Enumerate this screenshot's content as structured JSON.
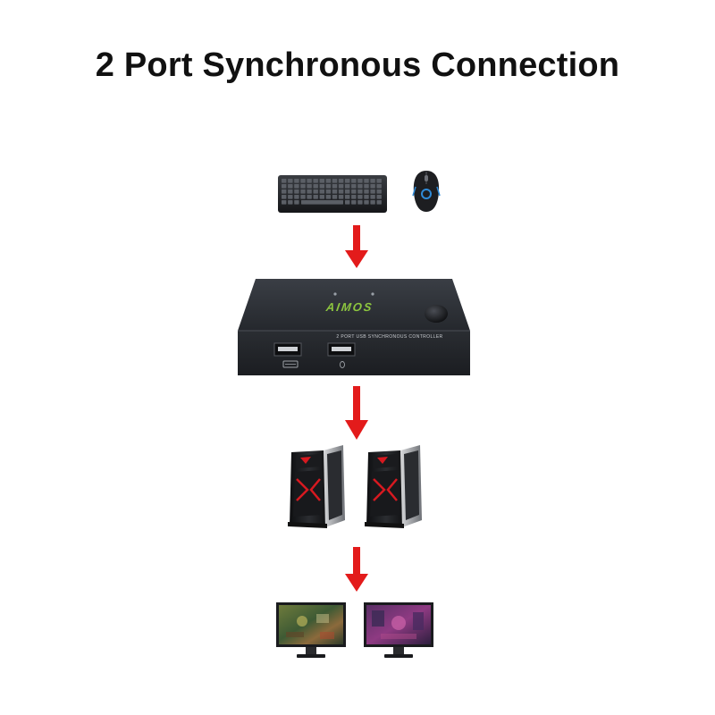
{
  "title": "2 Port Synchronous Connection",
  "device": {
    "brand": "AIMOS",
    "label": "2 PORT USB SYNCHRONOUS CONTROLLER"
  },
  "colors": {
    "arrow": "#e31b1b",
    "device_body": "#24272c",
    "brand_green": "#8dc63f",
    "accent_red": "#d71920"
  },
  "icons": [
    "keyboard-icon",
    "mouse-icon",
    "arrow-down-icon",
    "kvm-switch",
    "pc-tower-icon",
    "monitor-icon"
  ]
}
